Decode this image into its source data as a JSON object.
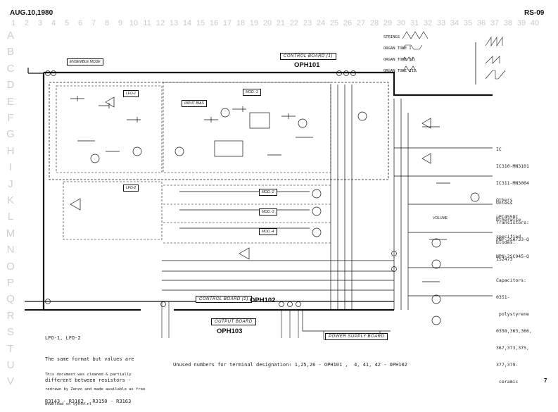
{
  "header": {
    "date": "AUG.10,1980",
    "model": "RS-09",
    "page_number": "7"
  },
  "grid": {
    "columns": [
      "1",
      "2",
      "3",
      "4",
      "5",
      "6",
      "7",
      "8",
      "9",
      "10",
      "11",
      "12",
      "13",
      "14",
      "15",
      "16",
      "17",
      "18",
      "19",
      "20",
      "21",
      "22",
      "23",
      "24",
      "25",
      "26",
      "27",
      "28",
      "29",
      "30",
      "31",
      "32",
      "33",
      "34",
      "35",
      "36",
      "37",
      "38",
      "39",
      "40"
    ],
    "rows": [
      "A",
      "B",
      "C",
      "D",
      "E",
      "F",
      "G",
      "H",
      "I",
      "J",
      "K",
      "L",
      "M",
      "N",
      "O",
      "P",
      "Q",
      "R",
      "S",
      "T",
      "U",
      "V"
    ]
  },
  "boards": {
    "control1_label": "CONTROL BOARD (1)",
    "control1_code": "OPH101",
    "control2_label": "CONTROL BOARD (2)",
    "control2_code": "OPH102",
    "output_label": "OUTPUT BOARD",
    "output_code": "OPH103",
    "power_label": "POWER SUPPLY BOARD"
  },
  "blocks": {
    "lfo1": "LFO-1",
    "lfo2": "LFO-2",
    "input_bias": "INPUT BIAS",
    "mod1": "MOD.-1",
    "mod2": "MOD.-2",
    "mod3": "MOD.-3",
    "mod4": "MOD.-4",
    "ensemble_mode": "ENSEMBLE MODE",
    "volume": "VOLUME"
  },
  "waveforms": {
    "strings": "STRINGS",
    "organ1": "ORGAN TONE I",
    "organ2": "ORGAN TONE II",
    "organ3": "ORGAN TONE III"
  },
  "ic_info": {
    "title": "IC",
    "lines": [
      "IC310-MN3101",
      "IC311-MN3004",
      "Others",
      "μPC4558C"
    ]
  },
  "transistor_info": {
    "unless_lines": [
      "Unless",
      "otherwise",
      "specified"
    ],
    "transistors_lines": [
      "Transistors:",
      "PNP-2SA733-Q",
      "NPN-2SC945-Q"
    ],
    "diodes_lines": [
      "Diodes:",
      "1S2473"
    ]
  },
  "capacitor_info": {
    "lines": [
      "Capacitors:",
      "0351-",
      " polystyrene",
      "0358,363,366,",
      "367,373,375,",
      "377,379-",
      " ceramic"
    ]
  },
  "lfo_note": {
    "lines": [
      "LFO-1, LFO-2",
      "The same format but values are",
      "different between resistors -",
      "R3143 - R3162,  R3150 - R3163"
    ]
  },
  "credit": {
    "lines": [
      "This document was cleaned & partially",
      "redrawn by Zenzo and made available as free",
      "download on synfo.nl"
    ]
  },
  "unused_terminals": "Unused numbers for terminal designation: 1,25,26 - OPH101 ,  4, 41, 42 - OPH102",
  "colors": {
    "ink": "#111111",
    "grid_marks": "#cfcfcf",
    "paper": "#ffffff"
  }
}
